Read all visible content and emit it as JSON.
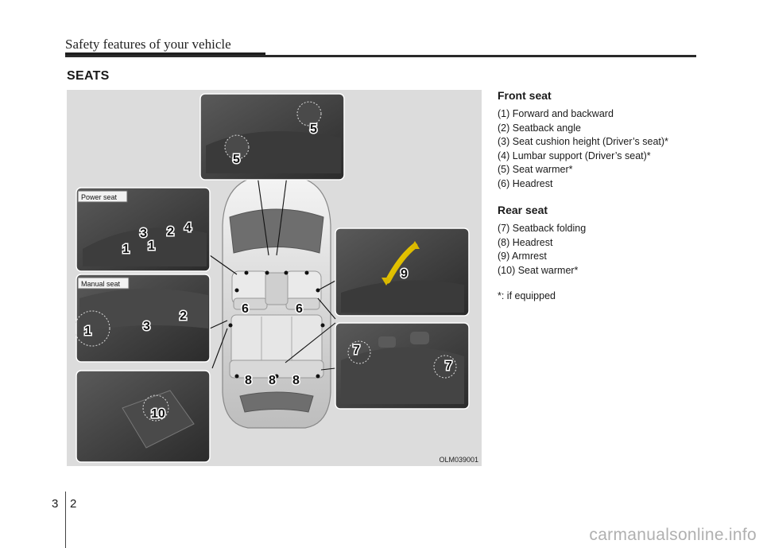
{
  "header": {
    "title": "Safety features of your vehicle"
  },
  "section": {
    "heading": "SEATS"
  },
  "figure": {
    "code": "OLM039001",
    "power_seat_label": "Power seat",
    "manual_seat_label": "Manual seat",
    "callouts": {
      "five_a": "5",
      "five_b": "5",
      "one_a": "1",
      "one_b": "1",
      "three_a": "3",
      "two_a": "2",
      "four_a": "4",
      "one_c": "1",
      "three_b": "3",
      "two_b": "2",
      "six_a": "6",
      "six_b": "6",
      "eight_a": "8",
      "eight_b": "8",
      "eight_c": "8",
      "nine": "9",
      "seven_a": "7",
      "seven_b": "7",
      "ten": "10"
    }
  },
  "front_seat": {
    "heading": "Front seat",
    "items": [
      "(1) Forward and backward",
      "(2) Seatback angle",
      "(3) Seat cushion height (Driver’s seat)*",
      "(4) Lumbar support (Driver’s seat)*",
      "(5) Seat warmer*",
      "(6) Headrest"
    ]
  },
  "rear_seat": {
    "heading": "Rear seat",
    "items": [
      "(7) Seatback folding",
      "(8) Headrest",
      "(9) Armrest",
      "(10) Seat warmer*"
    ]
  },
  "note": "*: if equipped",
  "page": {
    "chapter": "3",
    "number": "2"
  },
  "watermark": "carmanualsonline.info"
}
